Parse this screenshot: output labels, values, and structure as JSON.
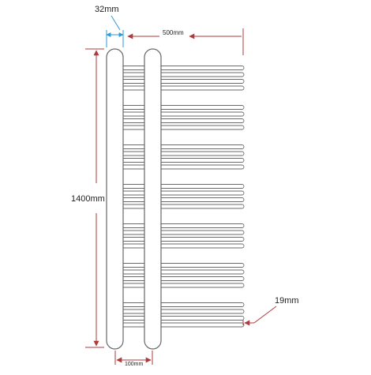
{
  "dimensions": {
    "pipe_diameter": "32mm",
    "overall_width": "500mm",
    "height": "1400mm",
    "pipe_spacing": "100mm",
    "bar_diameter": "19mm"
  },
  "rail": {
    "group_sizes": [
      4,
      4,
      4,
      4,
      4,
      4,
      4
    ]
  },
  "colors": {
    "dimension_red": "#b03a3a",
    "pipe_diameter_blue": "#2a9bd4",
    "outline": "#666666"
  }
}
